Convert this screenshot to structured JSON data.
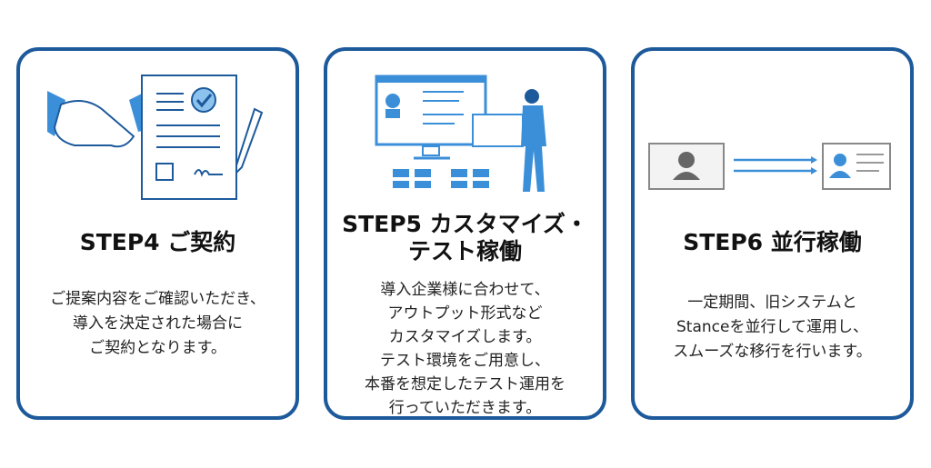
{
  "steps": [
    {
      "title": "STEP4 ご契約",
      "lines": [
        "ご提案内容をご確認いただき、",
        "導入を決定された場合に",
        "ご契約となります。"
      ]
    },
    {
      "title_lines": [
        "STEP5 カスタマイズ・",
        "テスト稼働"
      ],
      "lines": [
        "導入企業様に合わせて、",
        "アウトプット形式など",
        "カスタマイズします。",
        "テスト環境をご用意し、",
        "本番を想定したテスト運用を",
        "行っていただきます。"
      ]
    },
    {
      "title": "STEP6 並行稼働",
      "lines": [
        "一定期間、旧システムと",
        "Stanceを並行して運用し、",
        "スムーズな移行を行います。"
      ]
    }
  ],
  "colors": {
    "border": "#1d5a9b",
    "accent": "#3b8fd9"
  }
}
